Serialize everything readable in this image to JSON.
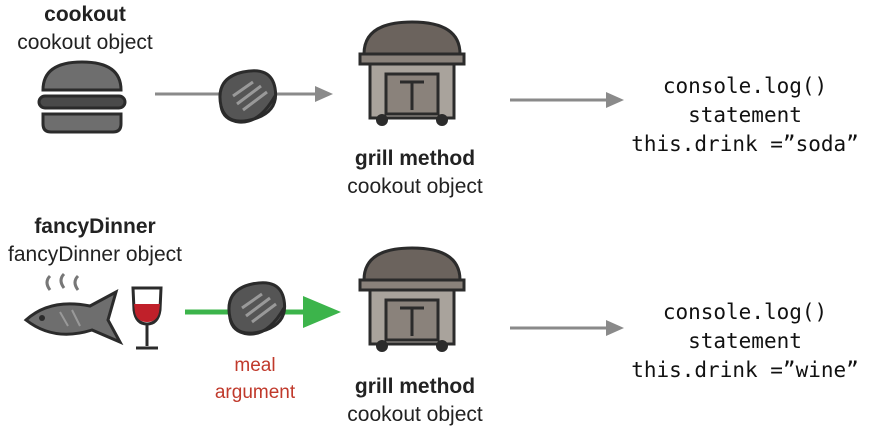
{
  "row1": {
    "object_name": "cookout",
    "object_label": "cookout object",
    "method_name": "grill method",
    "method_label": "cookout object",
    "output": [
      "console.log()",
      "statement",
      "this.drink =”soda”"
    ]
  },
  "row2": {
    "object_name": "fancyDinner",
    "object_label": "fancyDinner object",
    "argument": [
      "meal",
      "argument"
    ],
    "method_name": "grill method",
    "method_label": "cookout object",
    "output": [
      "console.log()",
      "statement",
      "this.drink =”wine”"
    ]
  },
  "colors": {
    "icon_gray": "#6e6e6e",
    "icon_outline": "#2b2b2b",
    "grill_brown": "#6b635d",
    "grill_tan": "#a9a39c",
    "highlight_arrow": "#3cb44b",
    "plain_arrow": "#8a8a8a",
    "argument_text": "#c0392b",
    "wine": "#c0202a"
  },
  "icons": [
    "burger-icon",
    "steak-icon",
    "grill-icon",
    "fish-icon",
    "wine-glass-icon"
  ]
}
